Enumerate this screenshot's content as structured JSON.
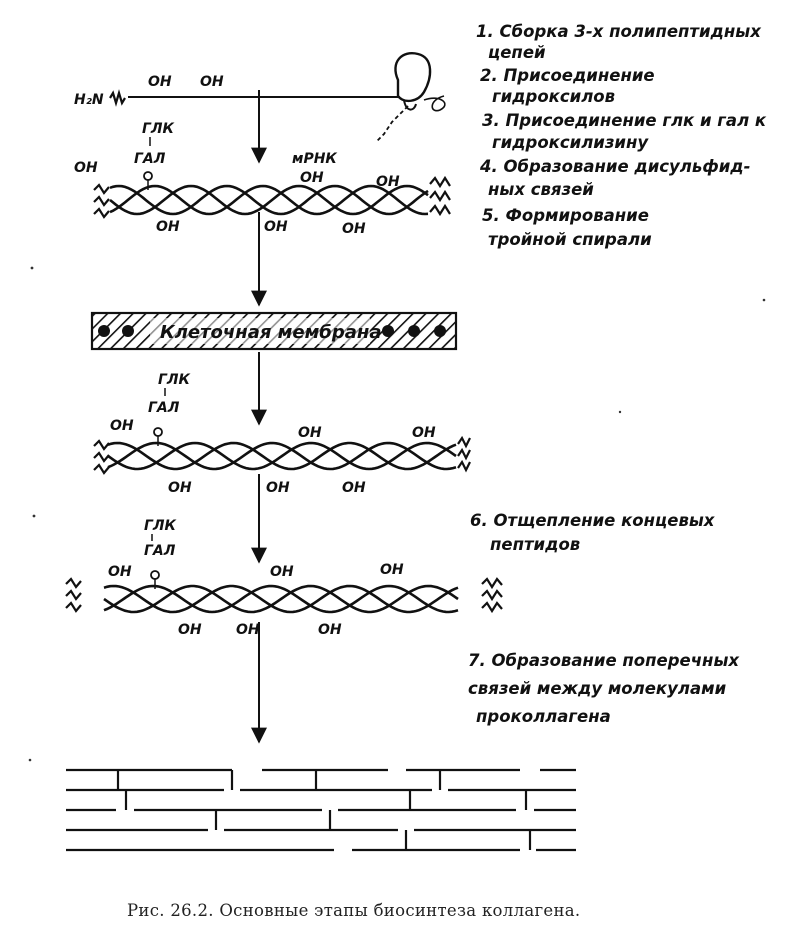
{
  "figure": {
    "caption": "Рис. 26.2. Основные этапы биосинтеза коллагена.",
    "steps": [
      "1. Сборка 3-х полипептидных",
      "цепей",
      "2. Присоединение",
      "гидроксилов",
      "3. Присоединение глк и гал к",
      "гидроксилизину",
      "4. Образование дисульфид-",
      "ных связей",
      "5. Формирование",
      "тройной спирали",
      "6. Отщепление концевых",
      "пептидов",
      "7. Образование поперечных",
      "связей между молекулами",
      "проколлагена"
    ],
    "labels": {
      "h2n": "H₂N",
      "oh": "OH",
      "glk": "ГЛК",
      "gal": "ГАЛ",
      "mrnk": "мРНК",
      "membrane": "Клеточная мембрана"
    }
  }
}
